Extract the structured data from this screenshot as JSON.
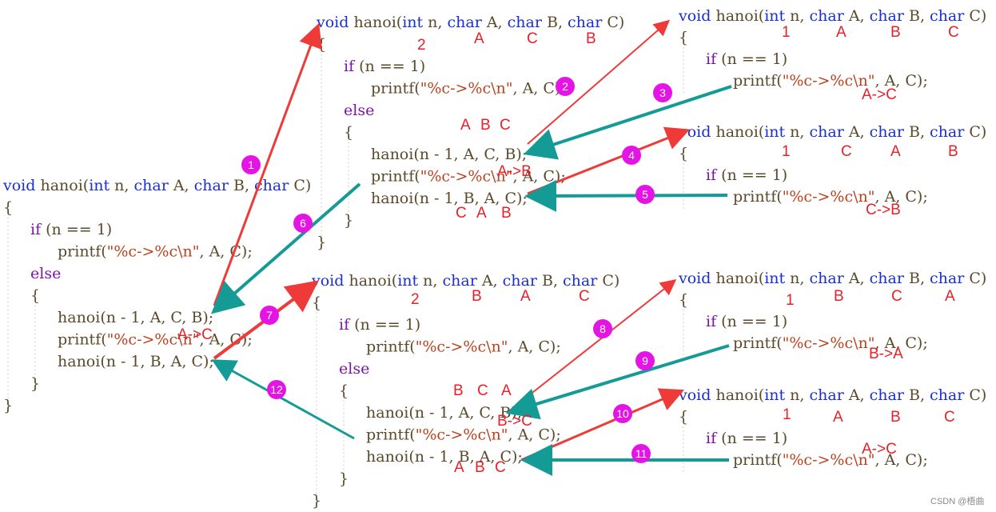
{
  "code": {
    "signature": {
      "void": "void",
      "name": "hanoi",
      "open": "(",
      "int": "int",
      "n": " n, ",
      "char1": "char",
      "a": " A, ",
      "char2": "char",
      "b": " B, ",
      "char3": "char",
      "c": " C)"
    },
    "brace_open": "{",
    "brace_close": "}",
    "if": "if",
    "cond": " (n == 1)",
    "printf": "printf(",
    "fmt": "\"%c->%c\\n\"",
    "printf_args": ", A, C);",
    "else": "else",
    "call_acb": "hanoi(n - 1, A, C, B);",
    "call_bac": "hanoi(n - 1, B, A, C);",
    "printf_full": "printf(\"%c->%c\\n\", A, C);"
  },
  "frames": [
    {
      "id": "main",
      "n": "",
      "args": [
        "",
        "",
        ""
      ],
      "move": "A->C",
      "inner": []
    },
    {
      "id": "top-mid",
      "n": "2",
      "args": [
        "A",
        "C",
        "B"
      ],
      "inner": [
        "A",
        "B",
        "C"
      ],
      "move": "A->B",
      "last": [
        "C",
        "A",
        "B"
      ]
    },
    {
      "id": "top-right-1",
      "n": "1",
      "args": [
        "A",
        "B",
        "C"
      ],
      "move": "A->C"
    },
    {
      "id": "top-right-2",
      "n": "1",
      "args": [
        "C",
        "A",
        "B"
      ],
      "move": "C->B"
    },
    {
      "id": "bot-mid",
      "n": "2",
      "args": [
        "B",
        "A",
        "C"
      ],
      "inner": [
        "B",
        "C",
        "A"
      ],
      "move": "B->C",
      "last": [
        "A",
        "B",
        "C"
      ]
    },
    {
      "id": "bot-right-1",
      "n": "1",
      "args": [
        "B",
        "C",
        "A"
      ],
      "move": "B->A"
    },
    {
      "id": "bot-right-2",
      "n": "1",
      "args": [
        "A",
        "B",
        "C"
      ],
      "move": "A->C"
    }
  ],
  "steps": [
    "1",
    "2",
    "3",
    "4",
    "5",
    "6",
    "7",
    "8",
    "9",
    "10",
    "11",
    "12"
  ],
  "colors": {
    "call_arrow": "#ef3a3a",
    "return_arrow": "#159b96",
    "step_badge": "#e414e4",
    "label": "#e8202a"
  },
  "watermark": "CSDN @梧曲"
}
